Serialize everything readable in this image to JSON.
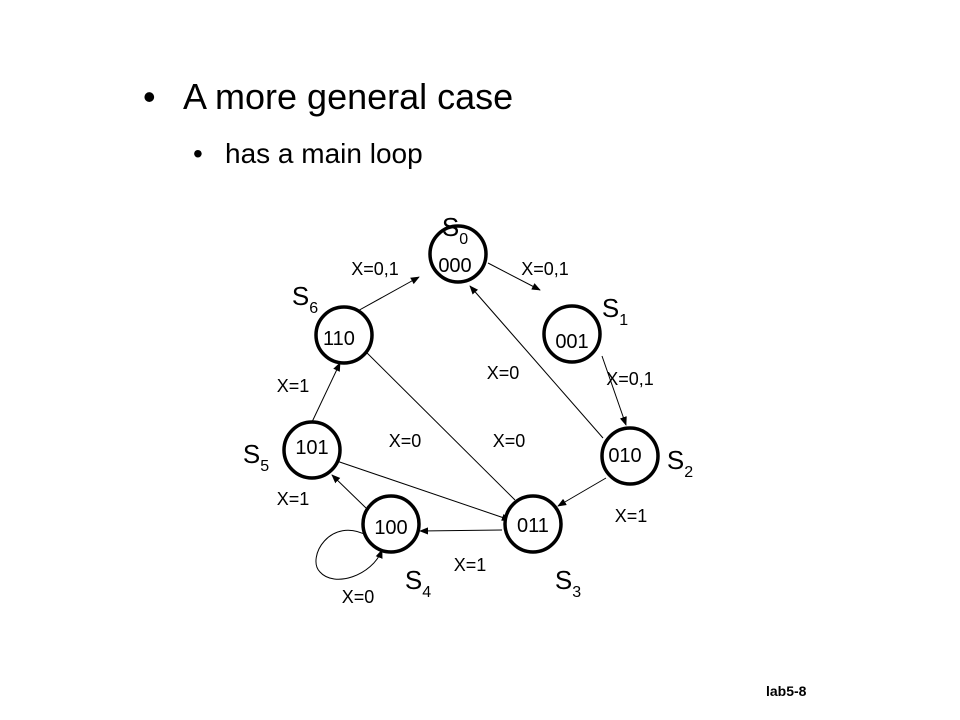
{
  "slide": {
    "bullet_1": "A more general case",
    "bullet_2": "has a main loop",
    "bullet_marker": "•",
    "slide_number": "lab5-8"
  },
  "diagram": {
    "states": [
      {
        "id": "s0",
        "name": "S",
        "index": "0",
        "code": "000"
      },
      {
        "id": "s1",
        "name": "S",
        "index": "1",
        "code": "001"
      },
      {
        "id": "s2",
        "name": "S",
        "index": "2",
        "code": "010"
      },
      {
        "id": "s3",
        "name": "S",
        "index": "3",
        "code": "011"
      },
      {
        "id": "s4",
        "name": "S",
        "index": "4",
        "code": "100"
      },
      {
        "id": "s5",
        "name": "S",
        "index": "5",
        "code": "101"
      },
      {
        "id": "s6",
        "name": "S",
        "index": "6",
        "code": "110"
      }
    ],
    "transitions": [
      {
        "id": "t-s0-s1",
        "from": "s0",
        "to": "s1",
        "label": "X=0,1"
      },
      {
        "id": "t-s1-s2",
        "from": "s1",
        "to": "s2",
        "label": "X=0,1"
      },
      {
        "id": "t-s2-s3",
        "from": "s2",
        "to": "s3",
        "label": "X=1"
      },
      {
        "id": "t-s2-s0",
        "from": "s2",
        "to": "s0",
        "label": "X=0"
      },
      {
        "id": "t-s3-s4",
        "from": "s3",
        "to": "s4",
        "label": "X=1"
      },
      {
        "id": "t-s3-s6",
        "from": "s3",
        "to": "s6",
        "label": "X=0"
      },
      {
        "id": "t-s4-s4",
        "from": "s4",
        "to": "s4",
        "label": "X=0"
      },
      {
        "id": "t-s4-s5",
        "from": "s4",
        "to": "s5",
        "label": "X=1"
      },
      {
        "id": "t-s5-s6",
        "from": "s5",
        "to": "s6",
        "label": "X=1"
      },
      {
        "id": "t-s5-s3",
        "from": "s5",
        "to": "s3",
        "label": "X=0"
      },
      {
        "id": "t-s6-s0",
        "from": "s6",
        "to": "s0",
        "label": "X=0,1"
      }
    ],
    "colors": {
      "node_stroke": "#000000",
      "edge": "#000000",
      "text": "#000000"
    }
  }
}
